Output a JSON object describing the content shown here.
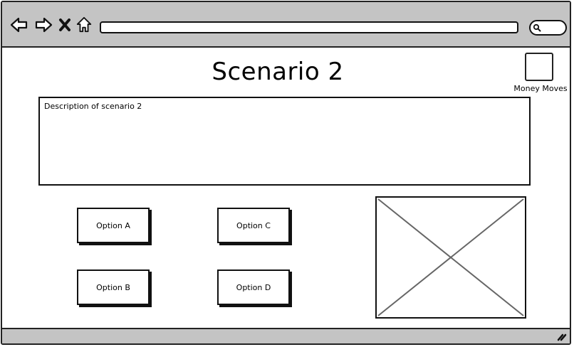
{
  "browser": {
    "nav_icons": [
      "back-arrow-icon",
      "forward-arrow-icon",
      "close-x-icon",
      "home-icon"
    ],
    "url": "",
    "search_icon": "magnifier-icon"
  },
  "page": {
    "title": "Scenario 2",
    "logo": {
      "label": "Money Moves"
    },
    "description": "Description of scenario 2",
    "options": [
      {
        "label": "Option A"
      },
      {
        "label": "Option B"
      },
      {
        "label": "Option C"
      },
      {
        "label": "Option D"
      }
    ],
    "image_placeholder": "image-placeholder"
  },
  "colors": {
    "chrome_gray": "#c4c4c4",
    "stroke": "#111111",
    "placeholder_cross": "#666666"
  }
}
